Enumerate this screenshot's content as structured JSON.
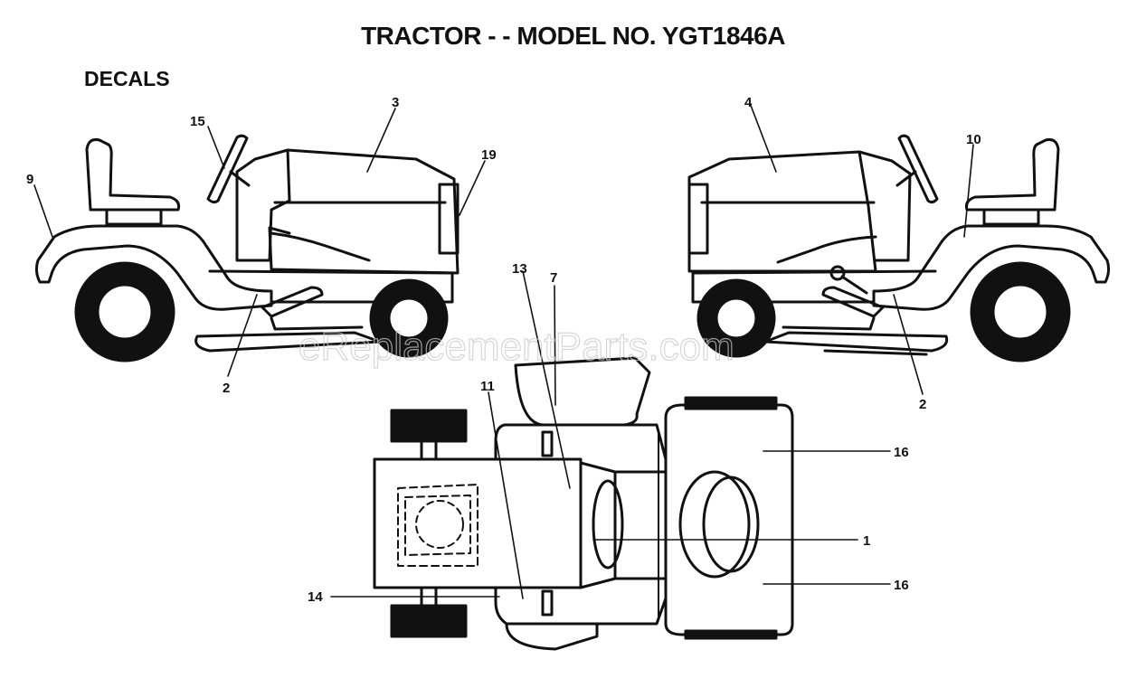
{
  "title": "TRACTOR - - MODEL NO. YGT1846A",
  "section": "DECALS",
  "watermark": "eReplacementParts.com",
  "callouts": {
    "c1": "1",
    "c2a": "2",
    "c2b": "2",
    "c3": "3",
    "c4": "4",
    "c7": "7",
    "c9": "9",
    "c10": "10",
    "c11": "11",
    "c13": "13",
    "c14": "14",
    "c15": "15",
    "c16a": "16",
    "c16b": "16",
    "c19": "19"
  }
}
